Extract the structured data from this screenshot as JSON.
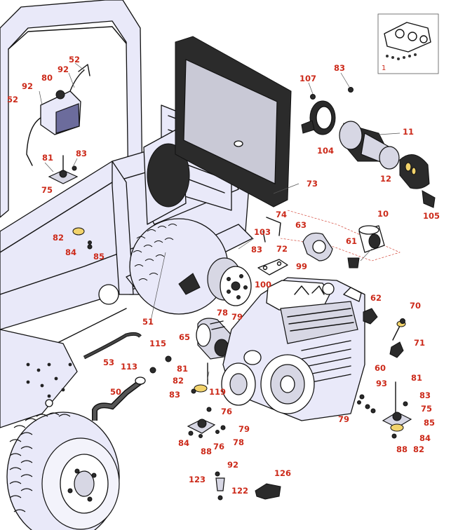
{
  "inset": {
    "number": "1"
  },
  "callouts": [
    "52",
    "92",
    "80",
    "52",
    "92",
    "81",
    "83",
    "75",
    "82",
    "84",
    "85",
    "51",
    "53",
    "113",
    "50",
    "115",
    "107",
    "83",
    "104",
    "11",
    "12",
    "105",
    "73",
    "74",
    "103",
    "83",
    "72",
    "99",
    "100",
    "63",
    "61",
    "10",
    "78",
    "79",
    "65",
    "62",
    "70",
    "71",
    "60",
    "81",
    "82",
    "119",
    "83",
    "76",
    "79",
    "78",
    "76",
    "84",
    "88",
    "93",
    "79",
    "81",
    "83",
    "75",
    "85",
    "84",
    "88",
    "82",
    "92",
    "123",
    "122",
    "126"
  ]
}
